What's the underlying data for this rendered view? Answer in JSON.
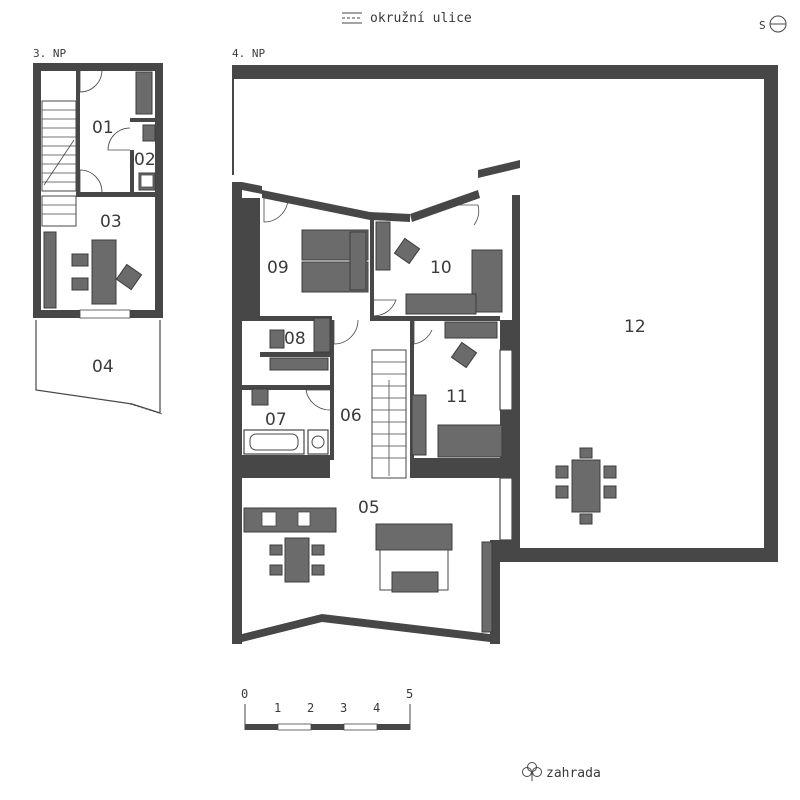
{
  "header": {
    "street_label": "okružní ulice",
    "north_label": "S"
  },
  "footer": {
    "garden_label": "zahrada"
  },
  "floors": {
    "floor3": "3. NP",
    "floor4": "4. NP"
  },
  "rooms": {
    "r01": "01",
    "r02": "02",
    "r03": "03",
    "r04": "04",
    "r05": "05",
    "r06": "06",
    "r07": "07",
    "r08": "08",
    "r09": "09",
    "r10": "10",
    "r11": "11",
    "r12": "12"
  },
  "scale": {
    "ticks": [
      "0",
      "1",
      "2",
      "3",
      "4",
      "5"
    ]
  },
  "colors": {
    "wall": "#474747",
    "furniture": "#6b6b6b",
    "text": "#3a3a3a"
  }
}
